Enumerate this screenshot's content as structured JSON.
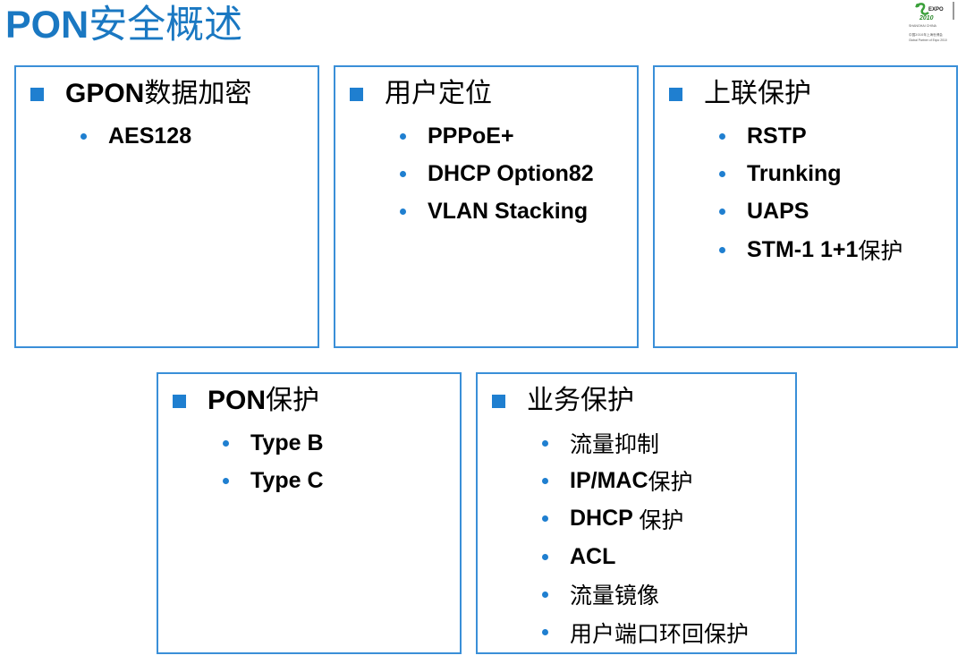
{
  "title": {
    "latin": "PON",
    "cjk": "安全概述"
  },
  "logo": {
    "text_expo": "EXPO",
    "text_year": "2010",
    "text_city": "SHANGHAI CHINA",
    "text_cn": "中国2010年上海世博会",
    "text_partner": "Global Partner of Expo 2010"
  },
  "boxes": [
    {
      "heading_bold": "GPON",
      "heading_rest": "数据加密",
      "items": [
        {
          "bold": "AES128",
          "rest": ""
        }
      ]
    },
    {
      "heading_bold": "",
      "heading_rest": "用户定位",
      "items": [
        {
          "bold": "PPPoE+",
          "rest": ""
        },
        {
          "bold": "DHCP Option82",
          "rest": ""
        },
        {
          "bold": "VLAN Stacking",
          "rest": ""
        }
      ]
    },
    {
      "heading_bold": "",
      "heading_rest": "上联保护",
      "items": [
        {
          "bold": "RSTP",
          "rest": ""
        },
        {
          "bold": "Trunking",
          "rest": ""
        },
        {
          "bold": "UAPS",
          "rest": ""
        },
        {
          "bold": "STM-1 1+1",
          "rest": "保护"
        }
      ]
    },
    {
      "heading_bold": "PON",
      "heading_rest": "保护",
      "items": [
        {
          "bold": "Type B",
          "rest": ""
        },
        {
          "bold": "Type C",
          "rest": ""
        }
      ]
    },
    {
      "heading_bold": "",
      "heading_rest": "业务保护",
      "items": [
        {
          "bold": "",
          "rest": "流量抑制"
        },
        {
          "bold": "IP/MAC",
          "rest": "保护"
        },
        {
          "bold": "DHCP ",
          "rest": "保护"
        },
        {
          "bold": "ACL",
          "rest": ""
        },
        {
          "bold": "",
          "rest": "流量镜像"
        },
        {
          "bold": "",
          "rest": "用户端口环回保护"
        }
      ]
    }
  ],
  "colors": {
    "accent": "#1a78c2",
    "border": "#3a8fd8",
    "bullet": "#1f7fd0"
  }
}
